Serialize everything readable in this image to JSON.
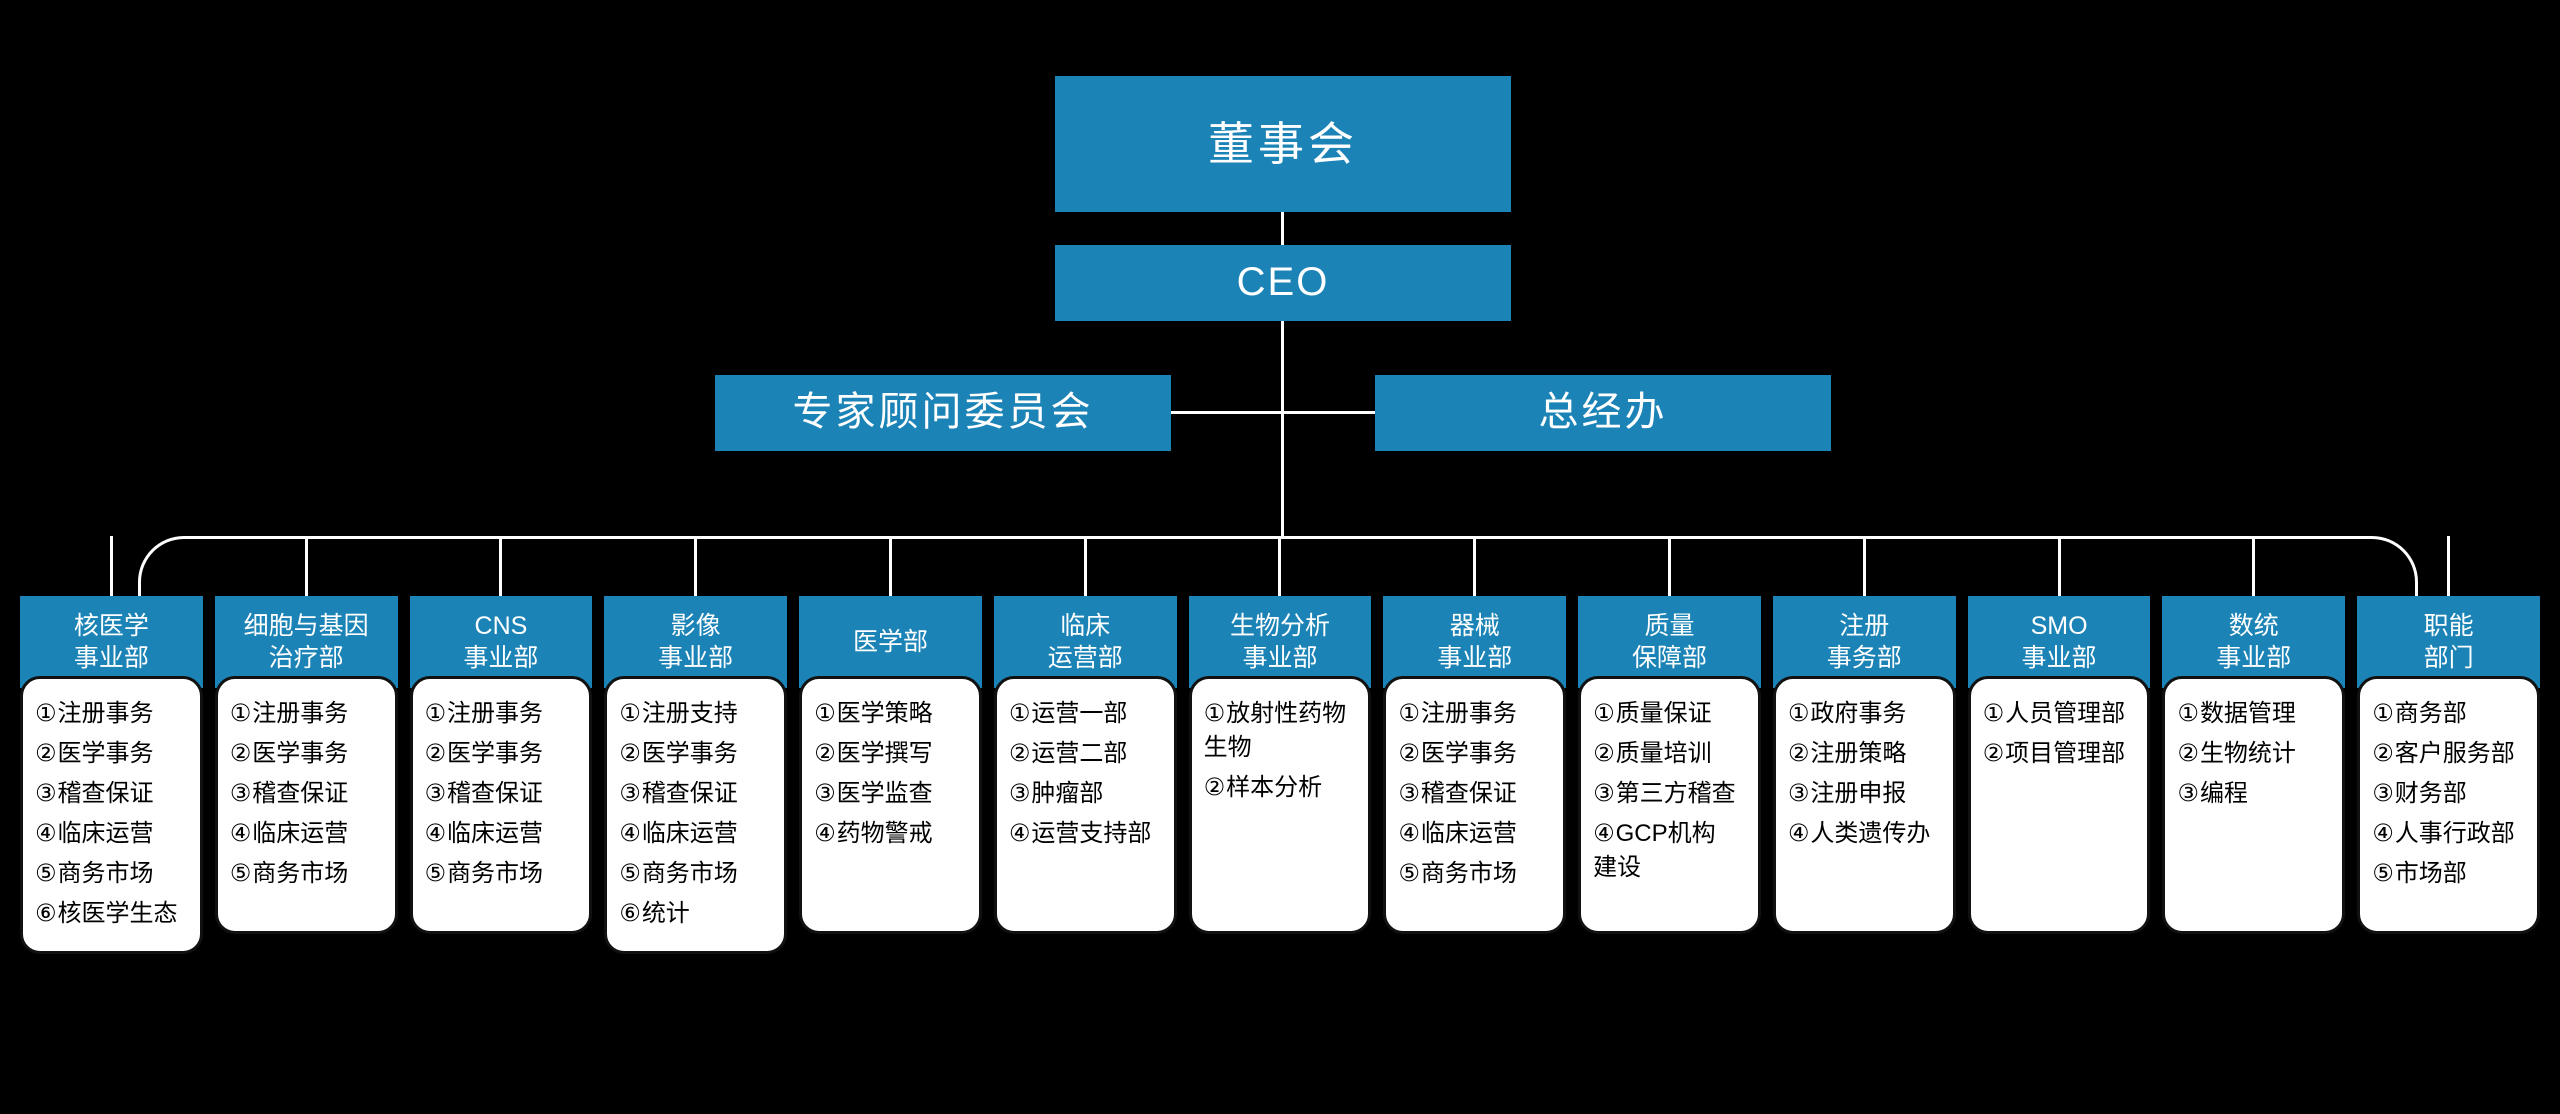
{
  "theme": {
    "background": "#000000",
    "node_blue": "#1b83b6",
    "node_text": "#ffffff",
    "line_color": "#ffffff",
    "card_bg": "#ffffff",
    "card_text": "#000000",
    "card_border": "#111111"
  },
  "chart_data": {
    "type": "diagram",
    "diagram_type": "org-chart",
    "title": "",
    "levels": 4,
    "root": "董事会"
  },
  "hierarchy": {
    "board": {
      "label": "董事会"
    },
    "ceo": {
      "label": "CEO"
    },
    "advisory": {
      "label": "专家顾问委员会"
    },
    "general_manager_office": {
      "label": "总经办"
    }
  },
  "departments": [
    {
      "id": "nuclear-medicine",
      "title": "核医学\n事业部",
      "items": [
        {
          "num": "①",
          "text": "注册事务"
        },
        {
          "num": "②",
          "text": "医学事务"
        },
        {
          "num": "③",
          "text": "稽查保证"
        },
        {
          "num": "④",
          "text": "临床运营"
        },
        {
          "num": "⑤",
          "text": "商务市场"
        },
        {
          "num": "⑥",
          "text": "核医学生态"
        }
      ]
    },
    {
      "id": "cell-gene-therapy",
      "title": "细胞与基因\n治疗部",
      "items": [
        {
          "num": "①",
          "text": "注册事务"
        },
        {
          "num": "②",
          "text": "医学事务"
        },
        {
          "num": "③",
          "text": "稽查保证"
        },
        {
          "num": "④",
          "text": "临床运营"
        },
        {
          "num": "⑤",
          "text": "商务市场"
        }
      ]
    },
    {
      "id": "cns",
      "title": "CNS\n事业部",
      "items": [
        {
          "num": "①",
          "text": "注册事务"
        },
        {
          "num": "②",
          "text": "医学事务"
        },
        {
          "num": "③",
          "text": "稽查保证"
        },
        {
          "num": "④",
          "text": "临床运营"
        },
        {
          "num": "⑤",
          "text": "商务市场"
        }
      ]
    },
    {
      "id": "imaging",
      "title": "影像\n事业部",
      "items": [
        {
          "num": "①",
          "text": "注册支持"
        },
        {
          "num": "②",
          "text": "医学事务"
        },
        {
          "num": "③",
          "text": "稽查保证"
        },
        {
          "num": "④",
          "text": "临床运营"
        },
        {
          "num": "⑤",
          "text": "商务市场"
        },
        {
          "num": "⑥",
          "text": "统计"
        }
      ]
    },
    {
      "id": "medical-affairs",
      "title": "医学部",
      "items": [
        {
          "num": "①",
          "text": "医学策略"
        },
        {
          "num": "②",
          "text": "医学撰写"
        },
        {
          "num": "③",
          "text": "医学监查"
        },
        {
          "num": "④",
          "text": "药物警戒"
        }
      ]
    },
    {
      "id": "clinical-operations",
      "title": "临床\n运营部",
      "items": [
        {
          "num": "①",
          "text": "运营一部"
        },
        {
          "num": "②",
          "text": "运营二部"
        },
        {
          "num": "③",
          "text": "肿瘤部"
        },
        {
          "num": "④",
          "text": "运营支持部"
        }
      ]
    },
    {
      "id": "bioanalysis",
      "title": "生物分析\n事业部",
      "items": [
        {
          "num": "①",
          "text": "放射性药物\n 生物"
        },
        {
          "num": "②",
          "text": "样本分析"
        }
      ]
    },
    {
      "id": "device",
      "title": "器械\n事业部",
      "items": [
        {
          "num": "①",
          "text": "注册事务"
        },
        {
          "num": "②",
          "text": "医学事务"
        },
        {
          "num": "③",
          "text": "稽查保证"
        },
        {
          "num": "④",
          "text": "临床运营"
        },
        {
          "num": "⑤",
          "text": "商务市场"
        }
      ]
    },
    {
      "id": "quality-assurance",
      "title": "质量\n保障部",
      "items": [
        {
          "num": "①",
          "text": "质量保证"
        },
        {
          "num": "②",
          "text": "质量培训"
        },
        {
          "num": "③",
          "text": "第三方稽查"
        },
        {
          "num": "④",
          "text": "GCP机构\n 建设"
        }
      ]
    },
    {
      "id": "regulatory-affairs",
      "title": "注册\n事务部",
      "items": [
        {
          "num": "①",
          "text": "政府事务"
        },
        {
          "num": "②",
          "text": "注册策略"
        },
        {
          "num": "③",
          "text": "注册申报"
        },
        {
          "num": "④",
          "text": "人类遗传办"
        }
      ]
    },
    {
      "id": "smo",
      "title": "SMO\n事业部",
      "items": [
        {
          "num": "①",
          "text": "人员管理部"
        },
        {
          "num": "②",
          "text": "项目管理部"
        }
      ]
    },
    {
      "id": "biostatistics",
      "title": "数统\n事业部",
      "items": [
        {
          "num": "①",
          "text": "数据管理"
        },
        {
          "num": "②",
          "text": "生物统计"
        },
        {
          "num": "③",
          "text": "编程"
        }
      ]
    },
    {
      "id": "functional",
      "title": "职能\n部门",
      "items": [
        {
          "num": "①",
          "text": "商务部"
        },
        {
          "num": "②",
          "text": "客户服务部"
        },
        {
          "num": "③",
          "text": "财务部"
        },
        {
          "num": "④",
          "text": "人事行政部"
        },
        {
          "num": "⑤",
          "text": "市场部"
        }
      ]
    }
  ]
}
